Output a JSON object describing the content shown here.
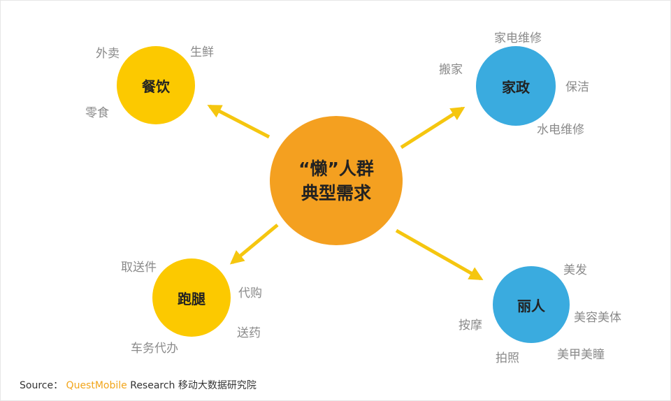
{
  "center": {
    "line1": "“懒”人群",
    "line2": "典型需求",
    "color": "#f4a020"
  },
  "nodes": [
    {
      "name": "餐饮",
      "color": "#fcc900",
      "items": [
        "外卖",
        "生鲜",
        "零食"
      ]
    },
    {
      "name": "家政",
      "color": "#3aabdf",
      "items": [
        "家电维修",
        "搬家",
        "保洁",
        "水电维修"
      ]
    },
    {
      "name": "跑腿",
      "color": "#fcc900",
      "items": [
        "取送件",
        "代购",
        "送药",
        "车务代办"
      ]
    },
    {
      "name": "丽人",
      "color": "#3aabdf",
      "items": [
        "美发",
        "美容美体",
        "按摩",
        "拍照",
        "美甲美瞳"
      ]
    }
  ],
  "arrow_color": "#f5c60f",
  "source": {
    "label": "Source：",
    "brand": "QuestMobile",
    "org": " Research 移动大数据研究院"
  }
}
